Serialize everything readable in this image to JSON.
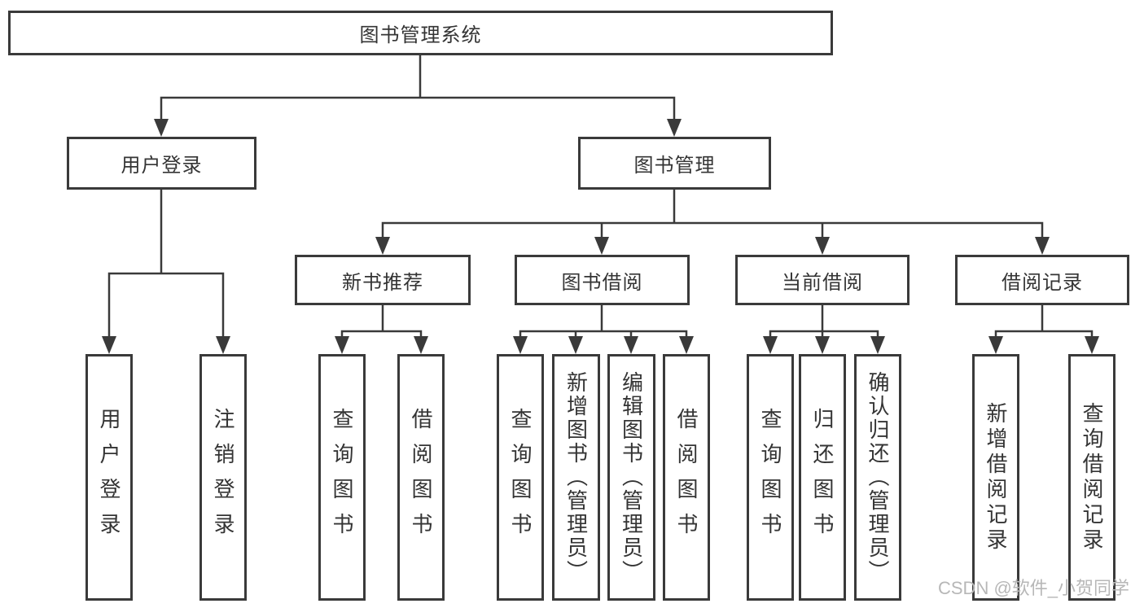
{
  "diagram": {
    "root": {
      "label": "图书管理系统"
    },
    "branches": [
      {
        "label": "用户登录",
        "children": [
          {
            "label": "用户登录"
          },
          {
            "label": "注销登录"
          }
        ]
      },
      {
        "label": "图书管理",
        "children": [
          {
            "label": "新书推荐",
            "children": [
              {
                "label": "查询图书"
              },
              {
                "label": "借阅图书"
              }
            ]
          },
          {
            "label": "图书借阅",
            "children": [
              {
                "label": "查询图书"
              },
              {
                "label": "新增图书（管理员）"
              },
              {
                "label": "编辑图书（管理员）"
              },
              {
                "label": "借阅图书"
              }
            ]
          },
          {
            "label": "当前借阅",
            "children": [
              {
                "label": "查询图书"
              },
              {
                "label": "归还图书"
              },
              {
                "label": "确认归还（管理员）"
              }
            ]
          },
          {
            "label": "借阅记录",
            "children": [
              {
                "label": "新增借阅记录"
              },
              {
                "label": "查询借阅记录"
              }
            ]
          }
        ]
      }
    ]
  },
  "watermark": {
    "text": "CSDN @软件_小贺同学"
  },
  "colors": {
    "line": "#3a3a3a",
    "text": "#343434",
    "watermark_text": "#b7b7b7",
    "background": "#ffffff"
  }
}
